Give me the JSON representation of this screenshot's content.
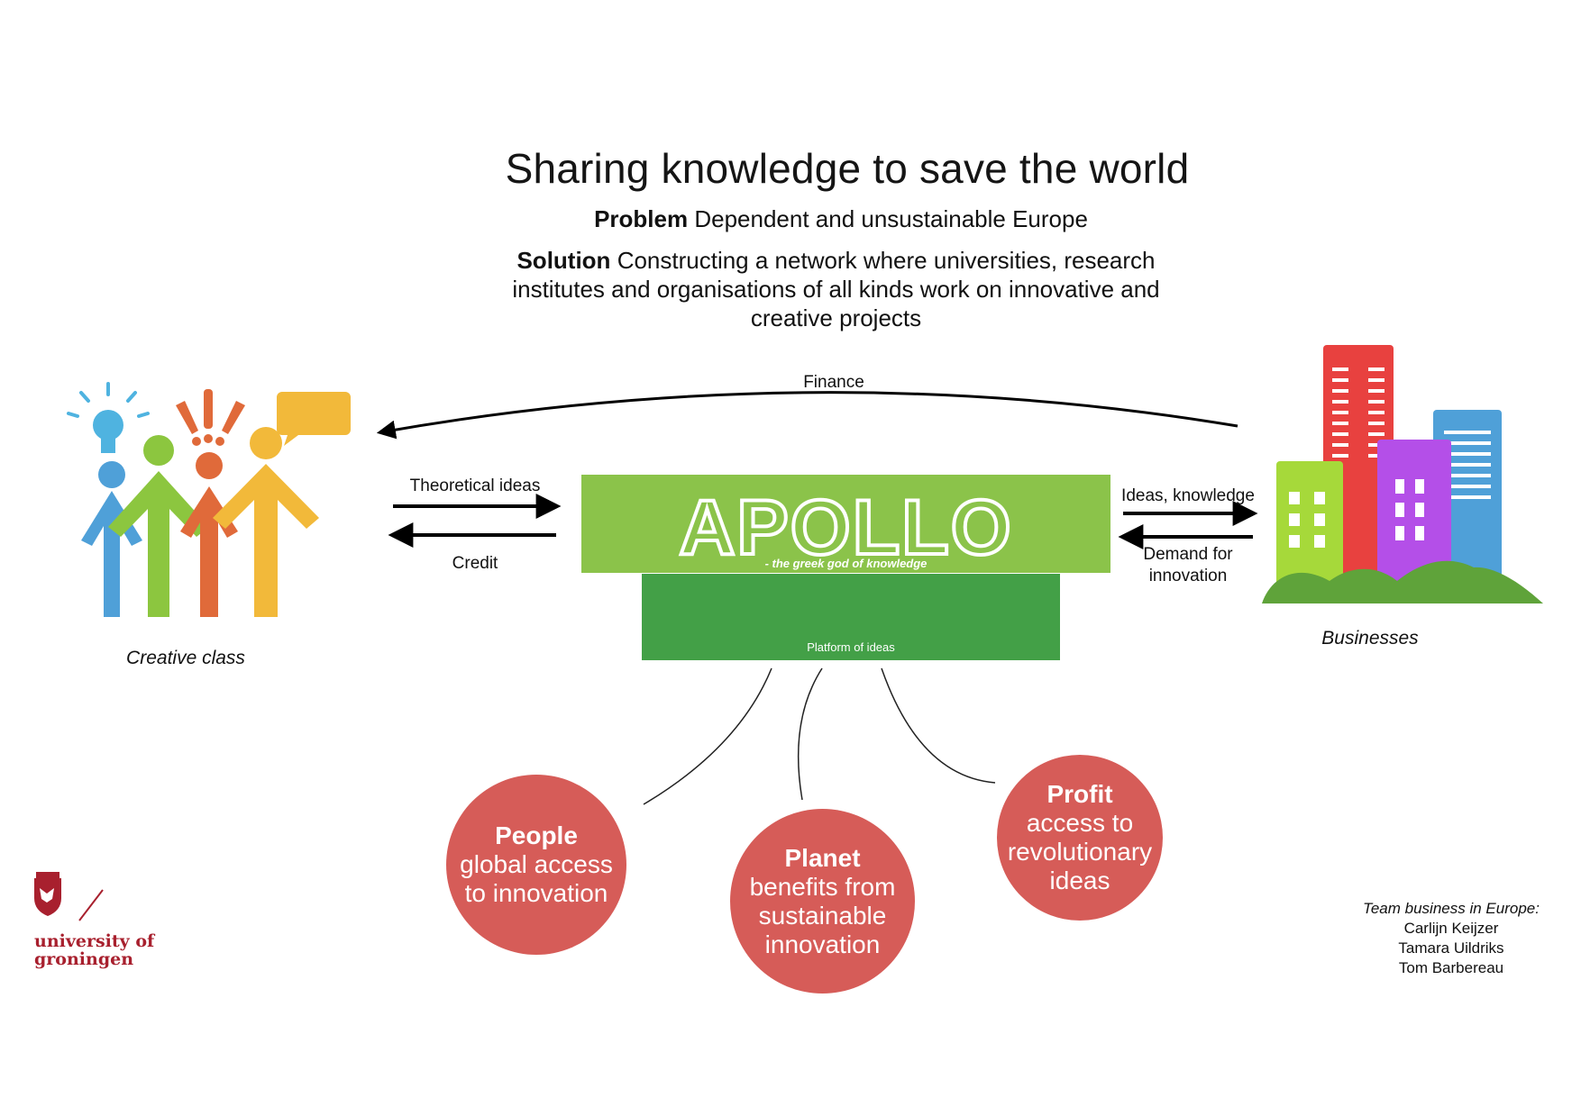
{
  "title": "Sharing knowledge to save the world",
  "problem": {
    "label": "Problem",
    "text": "Dependent and unsustainable Europe"
  },
  "solution": {
    "label": "Solution",
    "text": "Constructing a network where universities, research institutes and organisations of all kinds work on innovative and creative projects"
  },
  "arrows": {
    "finance": "Finance",
    "theoretical_ideas": "Theoretical ideas",
    "credit": "Credit",
    "ideas_knowledge": "Ideas, knowledge",
    "demand_line1": "Demand for",
    "demand_line2": "innovation"
  },
  "apollo": {
    "name": "APOLLO",
    "tagline": "- the greek god of knowledge",
    "platform": "Platform of ideas"
  },
  "creative_class": "Creative class",
  "businesses": "Businesses",
  "pillars": [
    {
      "head": "People",
      "lines": [
        "global access",
        "to innovation"
      ]
    },
    {
      "head": "Planet",
      "lines": [
        "benefits from",
        "sustainable",
        "innovation"
      ]
    },
    {
      "head": "Profit",
      "lines": [
        "access to",
        "revolutionary",
        "ideas"
      ]
    }
  ],
  "team": {
    "heading": "Team business in Europe:",
    "members": [
      "Carlijn Keijzer",
      "Tamara Uildriks",
      "Tom Barbereau"
    ]
  },
  "logo": {
    "line1": "university of",
    "line2": "groningen"
  },
  "colors": {
    "apollo_green": "#8bc34a",
    "platform_green": "#43a047",
    "circle_red": "#d65c58",
    "logo_red": "#a8202e"
  }
}
